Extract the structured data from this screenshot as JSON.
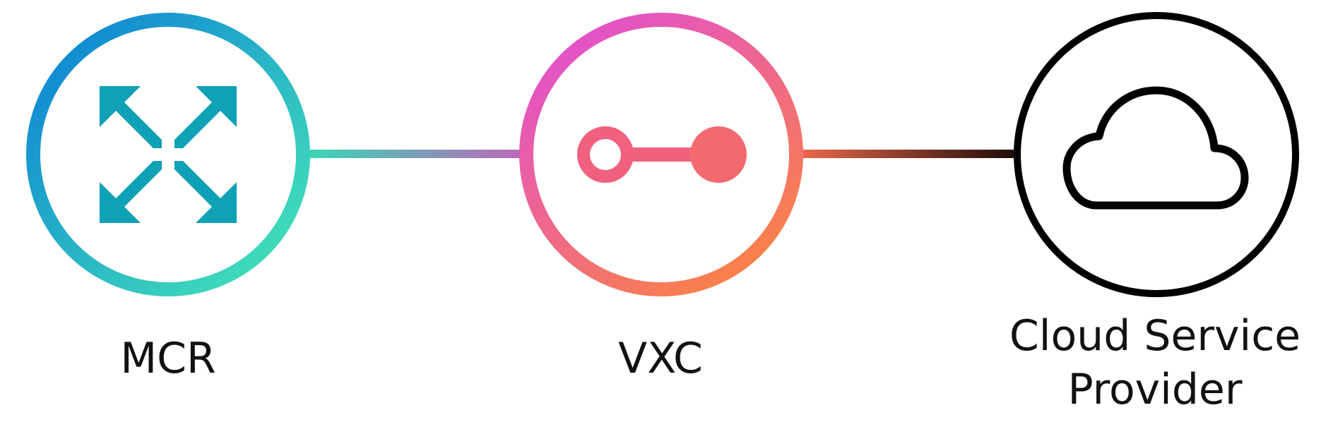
{
  "nodes": [
    {
      "id": "mcr",
      "label": "MCR",
      "icon": "expand-arrows-icon"
    },
    {
      "id": "vxc",
      "label": "VXC",
      "icon": "connector-icon"
    },
    {
      "id": "csp",
      "label_lines": [
        "Cloud Service",
        "Provider"
      ],
      "icon": "cloud-icon"
    }
  ],
  "colors": {
    "mcr_gradient": [
      "#0a7fd6",
      "#47e8b6"
    ],
    "mcr_icon": "#0fa1b6",
    "vxc_gradient": [
      "#e24fd0",
      "#fb8441"
    ],
    "vxc_icon": "#f0617f",
    "csp_stroke": "#000000",
    "link_mcr_vxc": [
      "#36d9b6",
      "#c065b8"
    ],
    "link_vxc_csp": [
      "#f06a4c",
      "#1a0a08"
    ]
  }
}
